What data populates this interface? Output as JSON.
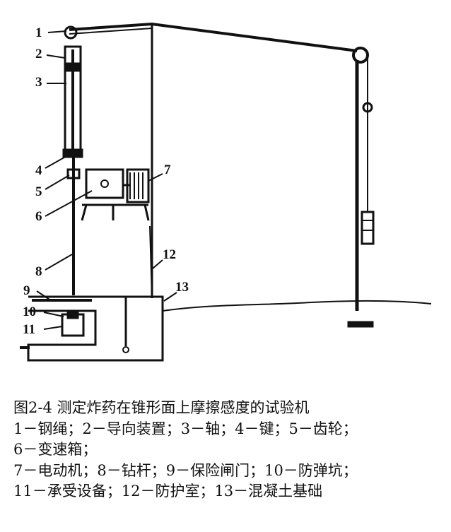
{
  "figure": {
    "labels": [
      "1",
      "2",
      "3",
      "4",
      "5",
      "6",
      "7",
      "8",
      "9",
      "10",
      "11",
      "12",
      "13"
    ]
  },
  "caption": {
    "title": "图2-4 测定炸药在锥形面上摩擦感度的试验机",
    "lines": [
      "1－钢绳；2－导向装置；3－轴；4－键；5－齿轮；",
      "6－变速箱；",
      "7－电动机；8－钻杆；9－保险闸门；10－防弹坑；",
      "11－承受设备；12－防护室；13－混凝土基础"
    ]
  }
}
